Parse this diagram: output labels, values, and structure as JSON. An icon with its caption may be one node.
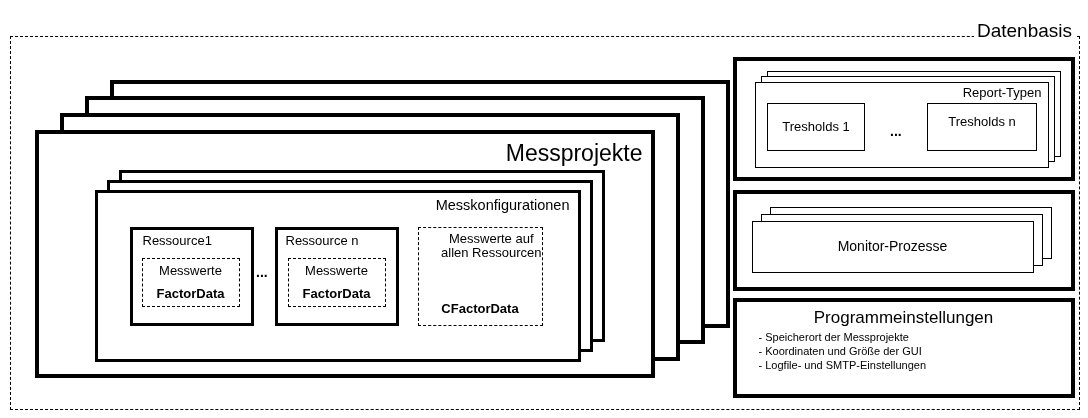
{
  "diagram": {
    "nodes": [
      {
        "text": [
          "Datenbasis"
        ]
      },
      {
        "text": [
          "Messprojekte"
        ],
        "in": 0
      },
      {
        "text": [
          "Messkonfigurationen"
        ],
        "in": 1
      },
      {
        "text": [
          "Ressource1"
        ],
        "in": 2
      },
      {
        "text": [
          "Messwerte",
          "FactorData"
        ],
        "in": 3
      },
      {
        "text": [
          "Ressource n"
        ],
        "in": 2
      },
      {
        "text": [
          "Messwerte",
          "FactorData"
        ],
        "in": 5
      },
      {
        "text": [
          "Messwerte auf allen Ressourcen",
          "CFactorData"
        ],
        "in": 2
      },
      {
        "text": [],
        "shape": "box",
        "in": 0
      },
      {
        "text": [
          "Report-Typen"
        ],
        "in": 8
      },
      {
        "text": [
          "Tresholds 1"
        ],
        "in": 9
      },
      {
        "text": [
          "Tresholds n"
        ],
        "in": 9
      },
      {
        "text": [],
        "shape": "box",
        "in": 0
      },
      {
        "text": [
          "Monitor-Prozesse"
        ],
        "in": 12
      },
      {
        "text": [
          "Programmeinstellungen",
          "- Speicherort der Messprojekte",
          "- Koordinaten und Größe der GUI",
          "- Logfile- und SMTP-Einstellungen"
        ],
        "in": 0
      }
    ],
    "edges": [],
    "labels": [
      "...",
      "..."
    ]
  }
}
